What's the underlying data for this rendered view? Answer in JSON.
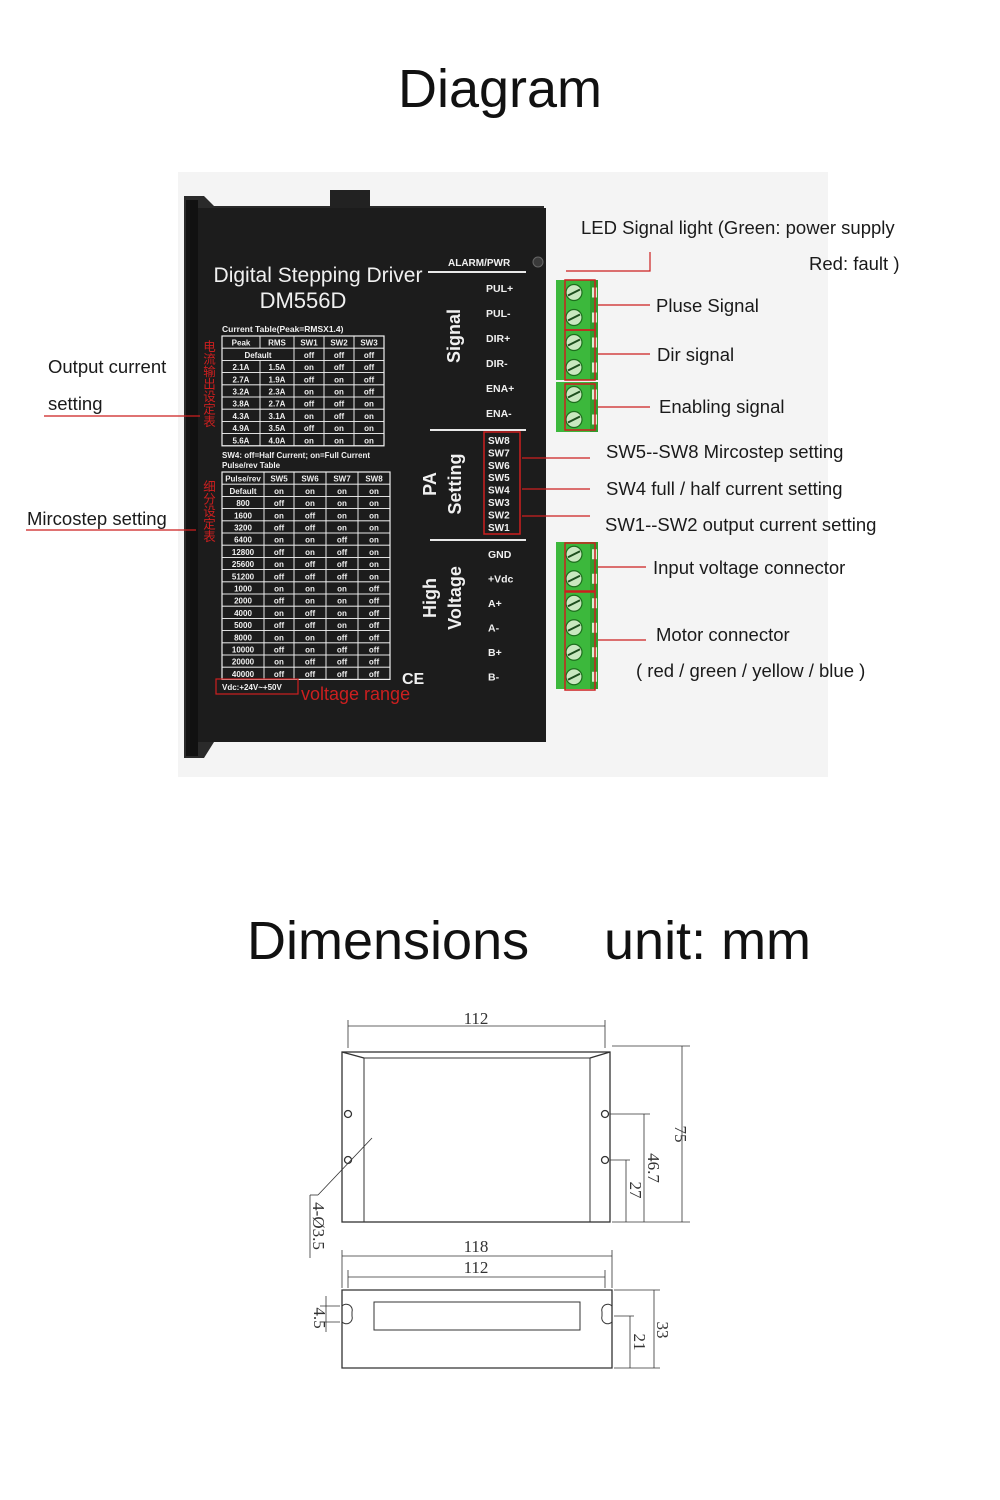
{
  "diagram_title": "Diagram",
  "dimensions_title": "Dimensions",
  "unit_label": "unit: mm",
  "colors": {
    "device_body": "#1c1c1c",
    "terminal_green": "#3cb83c",
    "callout_red": "#cc1f1f",
    "label_text": "#1a1a1a"
  },
  "device": {
    "product_name": "Digital Stepping Driver",
    "model": "DM556D",
    "alarm_pwr": "ALARM/PWR",
    "current_table_title": "Current Table(Peak=RMSX1.4)",
    "current_table": {
      "headers": [
        "Peak",
        "RMS",
        "SW1",
        "SW2",
        "SW3"
      ],
      "default_row": [
        "Default",
        "off",
        "off",
        "off"
      ],
      "rows": [
        [
          "2.1A",
          "1.5A",
          "on",
          "off",
          "off"
        ],
        [
          "2.7A",
          "1.9A",
          "off",
          "on",
          "off"
        ],
        [
          "3.2A",
          "2.3A",
          "on",
          "on",
          "off"
        ],
        [
          "3.8A",
          "2.7A",
          "off",
          "off",
          "on"
        ],
        [
          "4.3A",
          "3.1A",
          "on",
          "off",
          "on"
        ],
        [
          "4.9A",
          "3.5A",
          "off",
          "on",
          "on"
        ],
        [
          "5.6A",
          "4.0A",
          "on",
          "on",
          "on"
        ]
      ]
    },
    "sw4_note": "SW4: off=Half Current; on=Full Current",
    "pulse_table_title": "Pulse/rev Table",
    "pulse_table": {
      "headers": [
        "Pulse/rev",
        "SW5",
        "SW6",
        "SW7",
        "SW8"
      ],
      "rows": [
        [
          "Default",
          "on",
          "on",
          "on",
          "on"
        ],
        [
          "800",
          "off",
          "on",
          "on",
          "on"
        ],
        [
          "1600",
          "on",
          "off",
          "on",
          "on"
        ],
        [
          "3200",
          "off",
          "off",
          "on",
          "on"
        ],
        [
          "6400",
          "on",
          "on",
          "off",
          "on"
        ],
        [
          "12800",
          "off",
          "on",
          "off",
          "on"
        ],
        [
          "25600",
          "on",
          "off",
          "off",
          "on"
        ],
        [
          "51200",
          "off",
          "off",
          "off",
          "on"
        ],
        [
          "1000",
          "on",
          "on",
          "on",
          "off"
        ],
        [
          "2000",
          "off",
          "on",
          "on",
          "off"
        ],
        [
          "4000",
          "on",
          "off",
          "on",
          "off"
        ],
        [
          "5000",
          "off",
          "off",
          "on",
          "off"
        ],
        [
          "8000",
          "on",
          "on",
          "off",
          "off"
        ],
        [
          "10000",
          "off",
          "on",
          "off",
          "off"
        ],
        [
          "20000",
          "on",
          "off",
          "off",
          "off"
        ],
        [
          "40000",
          "off",
          "off",
          "off",
          "off"
        ]
      ]
    },
    "vdc": "Vdc:+24V~+50V",
    "ce_mark": "CE",
    "section_signal": "Signal",
    "section_pa_1": "PA",
    "section_pa_2": "Setting",
    "section_hv_1": "High",
    "section_hv_2": "Voltage",
    "signal_pins": [
      "PUL+",
      "PUL-",
      "DIR+",
      "DIR-",
      "ENA+",
      "ENA-"
    ],
    "sw_labels": [
      "SW8",
      "SW7",
      "SW6",
      "SW5",
      "SW4",
      "SW3",
      "SW2",
      "SW1"
    ],
    "power_pins": [
      "GND",
      "+Vdc",
      "A+",
      "A-",
      "B+",
      "B-"
    ],
    "chinese_note_1": "电流输出设定表",
    "chinese_note_2": "细分设定表"
  },
  "callouts": {
    "led_1": "LED Signal light (Green: power supply",
    "led_2": "Red: fault )",
    "pulse": "Pluse Signal",
    "dir": "Dir signal",
    "enable": "Enabling signal",
    "sw58": "SW5--SW8 Mircostep setting",
    "sw4": "SW4 full / half current setting",
    "sw12": "SW1--SW2 output current setting",
    "input_voltage": "Input voltage connector",
    "motor_1": "Motor connector",
    "motor_2": "( red / green / yellow / blue )",
    "output_current_1": "Output current",
    "output_current_2": "setting",
    "microstep": "Mircostep setting",
    "voltage_range": "voltage range"
  },
  "dimensions": {
    "top_width": "112",
    "height_total": "75",
    "hole_upper": "46.7",
    "hole_lower": "27",
    "hole_spec": "4-Ø3.5",
    "side_width_outer": "118",
    "side_width_inner": "112",
    "side_slot": "4.5",
    "side_height": "33",
    "side_inner": "21"
  }
}
